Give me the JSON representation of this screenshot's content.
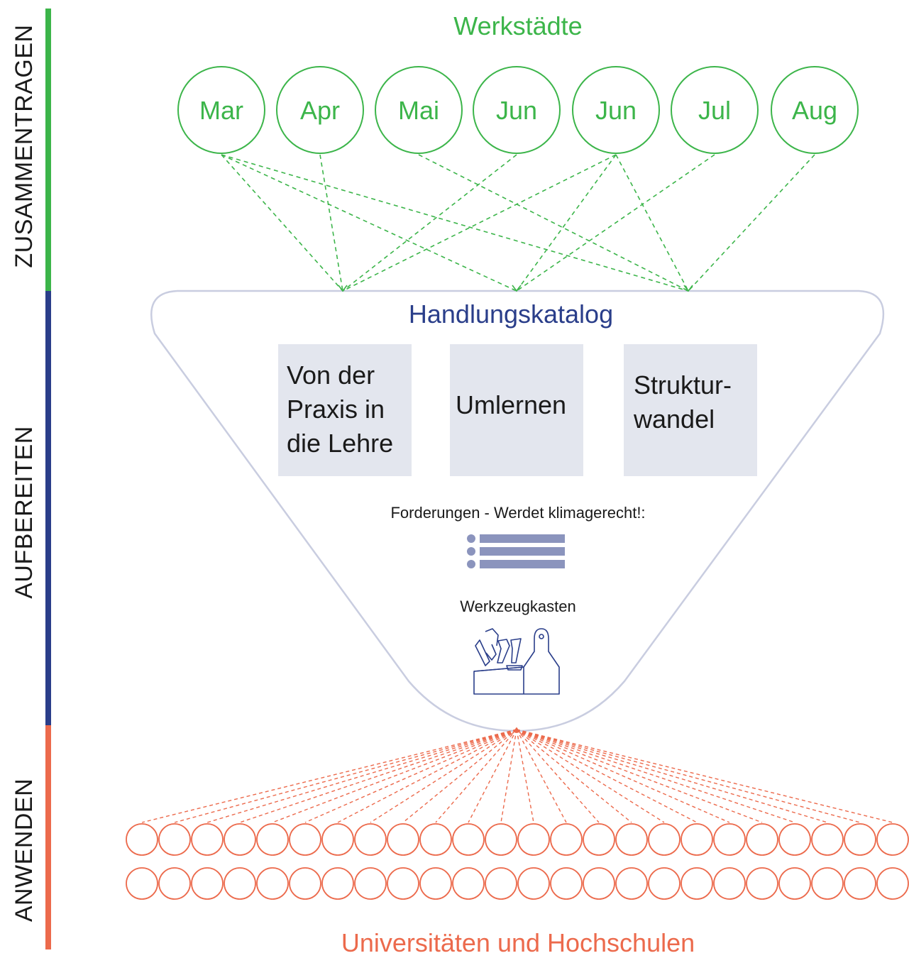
{
  "colors": {
    "green": "#3cb54a",
    "blue": "#2a3e8a",
    "orange": "#ec6a4c",
    "funnel_outline": "#c9cde0",
    "card_bg": "#e3e6ee",
    "list_icon": "#8b94bd"
  },
  "phases": [
    {
      "label": "ZUSAMMENTRAGEN",
      "color": "#3cb54a"
    },
    {
      "label": "AUFBEREITEN",
      "color": "#2a3e8a"
    },
    {
      "label": "ANWENDEN",
      "color": "#ec6a4c"
    }
  ],
  "werkstaedte": {
    "title": "Werkstädte",
    "months": [
      "Mar",
      "Apr",
      "Mai",
      "Jun",
      "Jun",
      "Jul",
      "Aug"
    ]
  },
  "handlungskatalog": {
    "title": "Handlungskatalog",
    "cards": [
      {
        "text": "Von der\nPraxis in\ndie Lehre"
      },
      {
        "text": "Umlernen"
      },
      {
        "text": "Struktur-\nwandel"
      }
    ],
    "forderungen_label": "Forderungen - Werdet klimagerecht!:",
    "list_icon": "list-icon",
    "werkzeugkasten_label": "Werkzeugkasten",
    "toolbox_icon": "toolbox-icon"
  },
  "universitaeten": {
    "title": "Universitäten und Hochschulen",
    "circle_rows": 2,
    "circles_per_row": 24
  }
}
